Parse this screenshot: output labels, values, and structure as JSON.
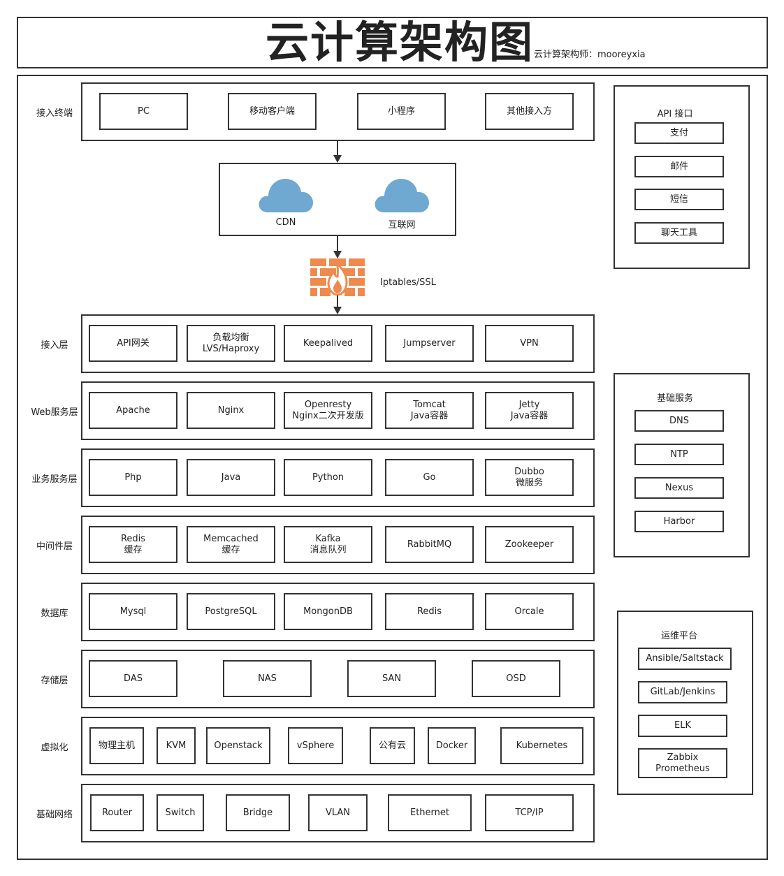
{
  "title": "云计算架构图",
  "subtitle": "云计算架构师：mooreyxia",
  "access_terminal": {
    "label": "接入终端",
    "items": [
      "PC",
      "移动客户端",
      "小程序",
      "其他接入方"
    ]
  },
  "network": {
    "clouds": [
      "CDN",
      "互联网"
    ],
    "firewall_label": "Iptables/SSL"
  },
  "layers": [
    {
      "label": "接入层",
      "items": [
        "API网关",
        "负载均衡\nLVS/Haproxy",
        "Keepalived",
        "Jumpserver",
        "VPN"
      ]
    },
    {
      "label": "Web服务层",
      "items": [
        "Apache",
        "Nginx",
        "Openresty\nNginx二次开发版",
        "Tomcat\nJava容器",
        "Jetty\nJava容器"
      ]
    },
    {
      "label": "业务服务层",
      "items": [
        "Php",
        "Java",
        "Python",
        "Go",
        "Dubbo\n微服务"
      ]
    },
    {
      "label": "中间件层",
      "items": [
        "Redis\n缓存",
        "Memcached\n缓存",
        "Kafka\n消息队列",
        "RabbitMQ",
        "Zookeeper"
      ]
    },
    {
      "label": "数据库",
      "items": [
        "Mysql",
        "PostgreSQL",
        "MongonDB",
        "Redis",
        "Orcale"
      ]
    },
    {
      "label": "存储层",
      "items": [
        "DAS",
        "NAS",
        "SAN",
        "OSD"
      ]
    },
    {
      "label": "虚拟化",
      "items": [
        "物理主机",
        "KVM",
        "Openstack",
        "vSphere",
        "公有云",
        "Docker",
        "Kubernetes"
      ]
    },
    {
      "label": "基础网络",
      "items": [
        "Router",
        "Switch",
        "Bridge",
        "VLAN",
        "Ethernet",
        "TCP/IP"
      ]
    }
  ],
  "api_panel": {
    "title": "API 接口",
    "items": [
      "支付",
      "邮件",
      "短信",
      "聊天工具"
    ]
  },
  "base_panel": {
    "title": "基础服务",
    "items": [
      "DNS",
      "NTP",
      "Nexus",
      "Harbor"
    ]
  },
  "ops_panel": {
    "title": "运维平台",
    "items": [
      "Ansible/Saltstack",
      "GitLab/Jenkins",
      "ELK",
      "Zabbix\nPrometheus"
    ]
  },
  "colors": {
    "line": "#333333",
    "cloud": "#6fa8d0",
    "firewall": "#ef8a4f"
  }
}
